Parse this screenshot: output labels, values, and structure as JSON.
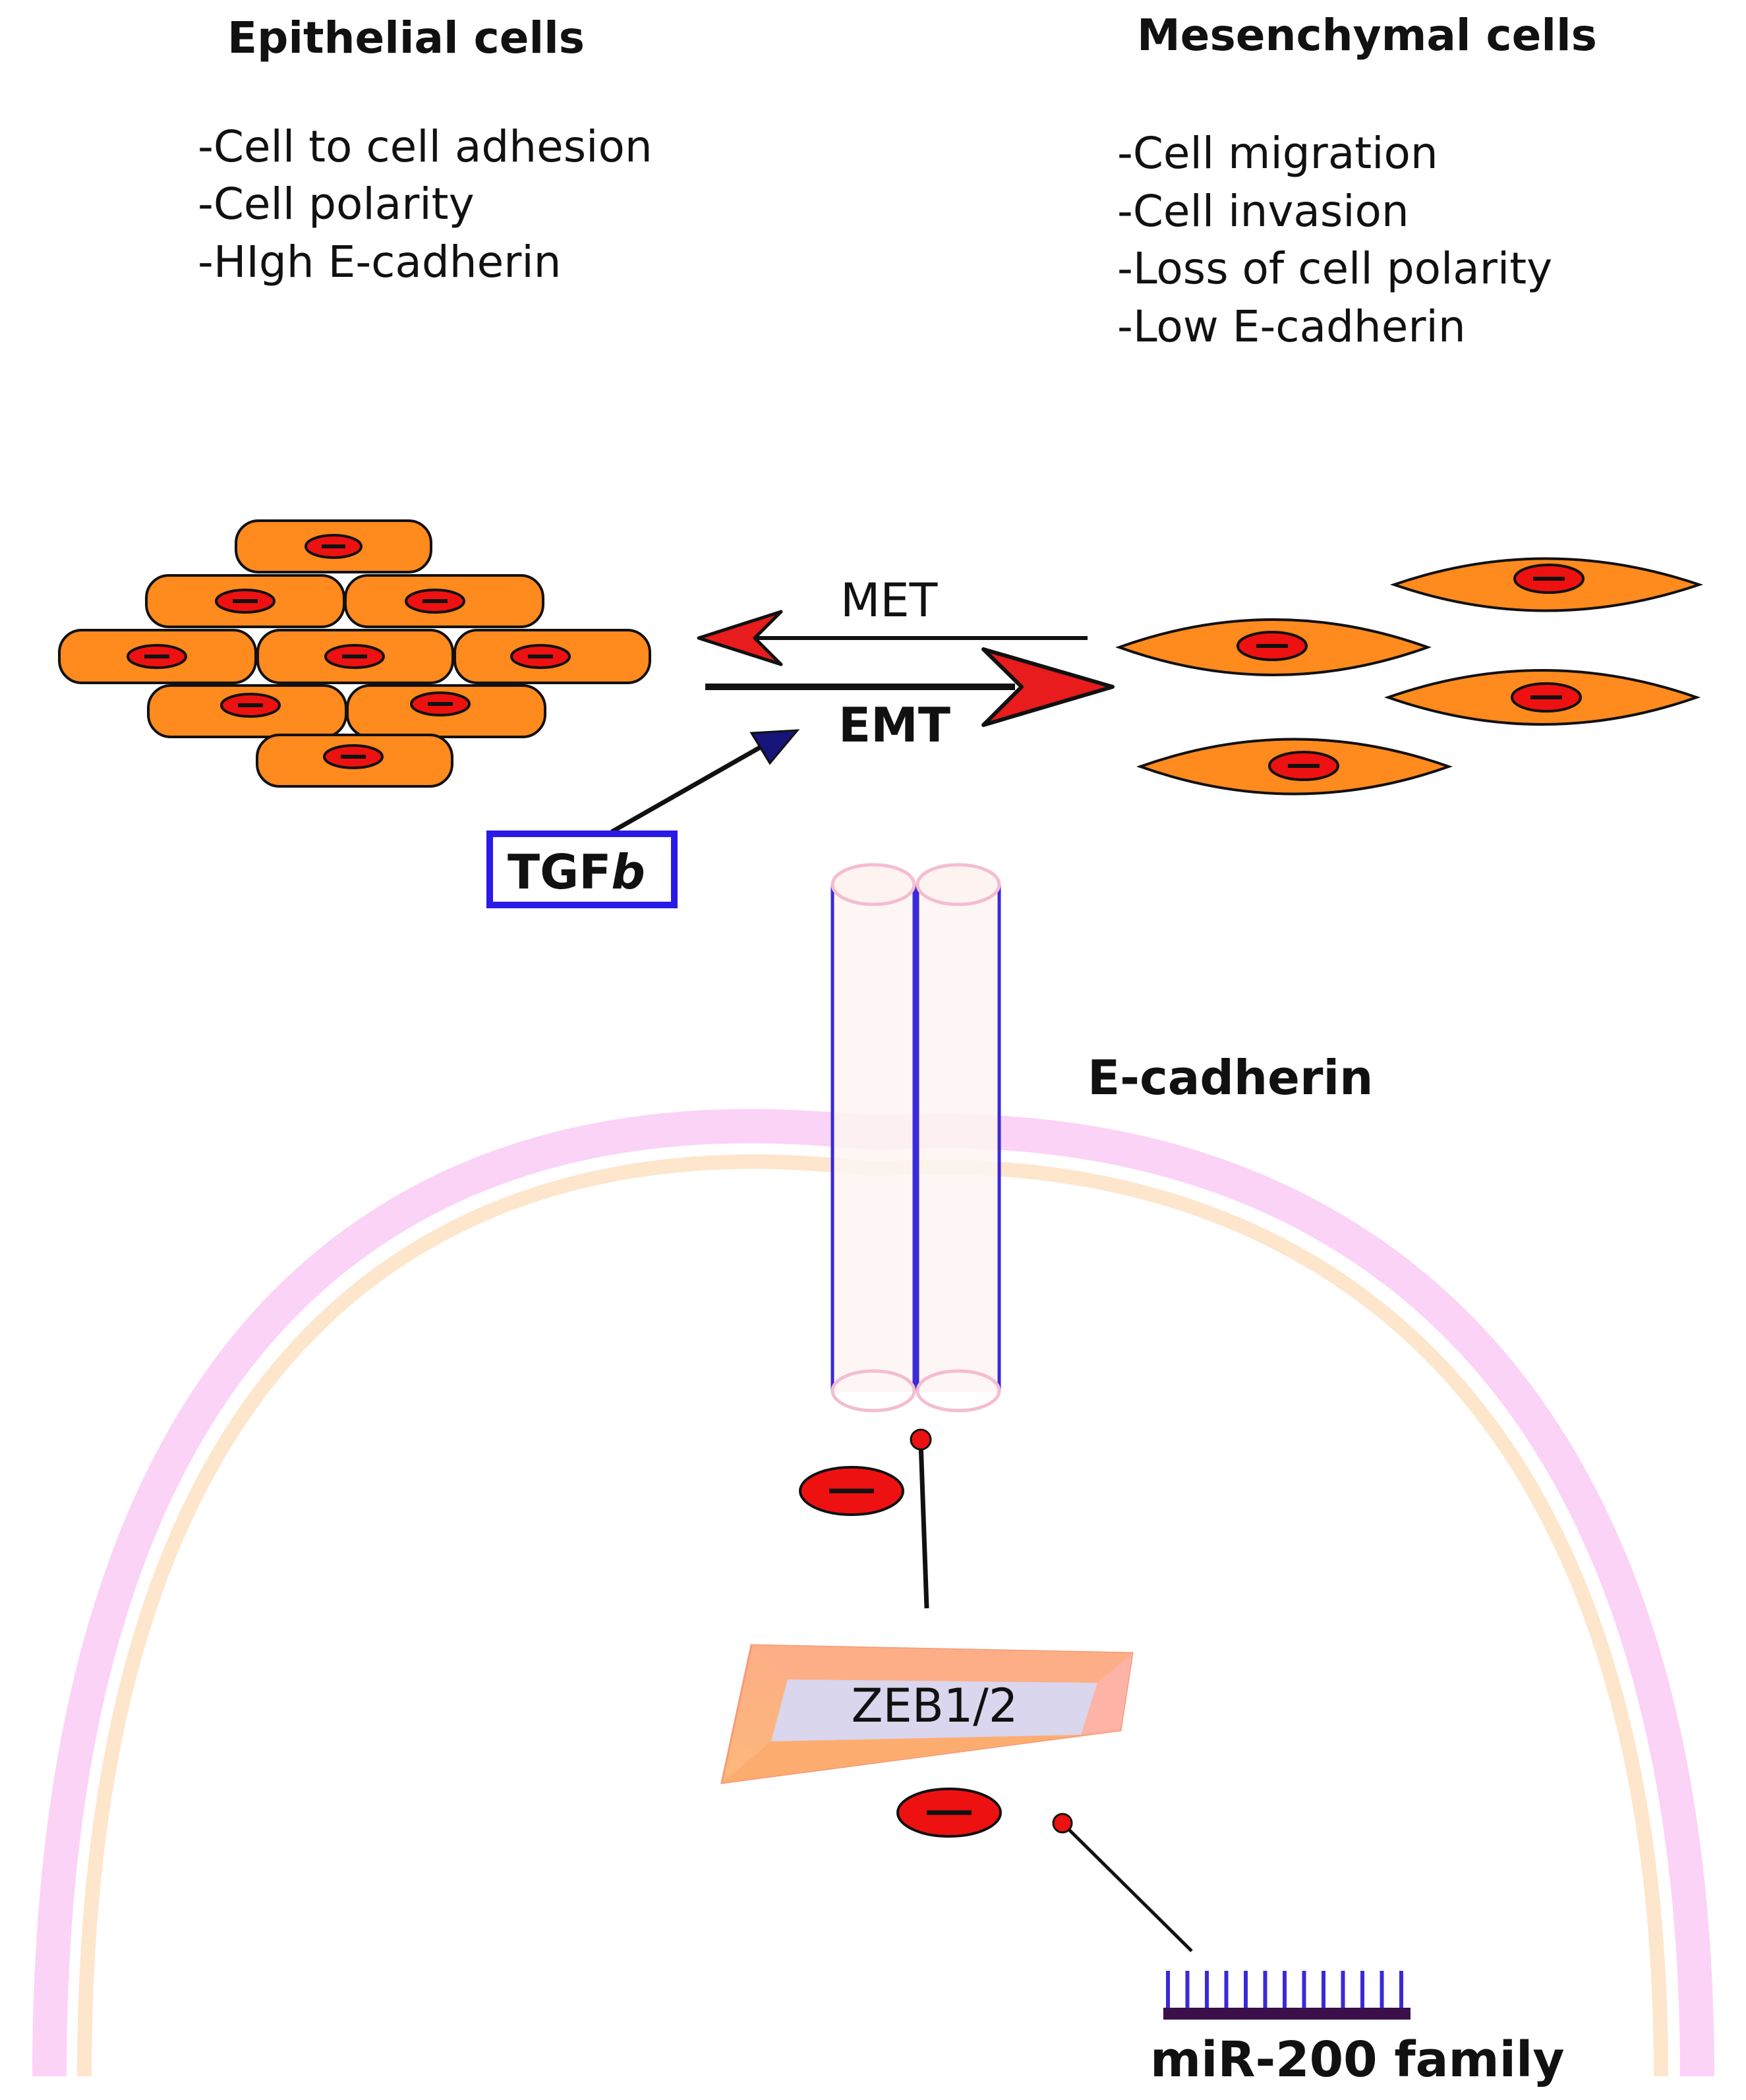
{
  "epithelial": {
    "title": "Epithelial cells",
    "properties": [
      "-Cell to cell adhesion",
      "-Cell polarity",
      "-HIgh E-cadherin"
    ]
  },
  "mesenchymal": {
    "title": "Mesenchymal cells",
    "properties": [
      "-Cell migration",
      "-Cell invasion",
      "-Loss of cell polarity",
      "-Low E-cadherin"
    ]
  },
  "transitions": {
    "met": "MET",
    "emt": "EMT"
  },
  "tgf": {
    "main": "TGF",
    "suffix": "b"
  },
  "ecadherin_label": "E-cadherin",
  "zeb_label": "ZEB1/2",
  "mir_label": "miR-200 family",
  "colors": {
    "cell_fill": "#ff8a1e",
    "nucleus_fill": "#ee1111",
    "membrane_outer": "#fbd3f6",
    "membrane_inner": "#fde6cc",
    "receptor_line": "#3a2ad8",
    "receptor_fill": "#fdf4f2",
    "tgf_border": "#2a1ae6",
    "zeb_body": "#fdb08a",
    "zeb_face": "#d9d6ee",
    "mir_teeth": "#3a2ad8",
    "mir_base": "#3a0f4a"
  }
}
